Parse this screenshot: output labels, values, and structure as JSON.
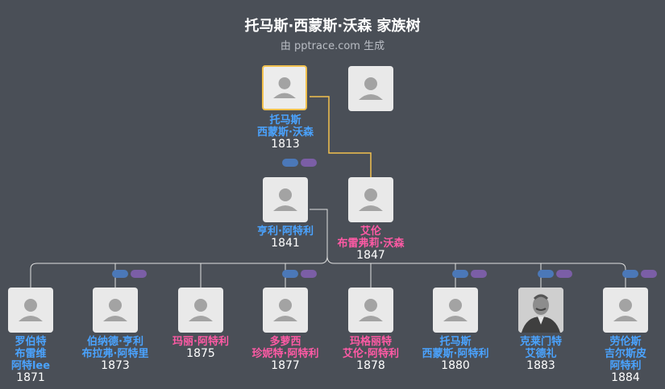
{
  "header": {
    "title": "托马斯·西蒙斯·沃森 家族树",
    "subtitle": "由 pptrace.com 生成"
  },
  "colors": {
    "background": "#4a4f57",
    "male": "#4aa3ff",
    "female": "#ff5aa5",
    "selected_border": "#f2c14e",
    "connector": "#e0e0e0"
  },
  "icons": {
    "avatar": "person-silhouette-icon",
    "marriage": "marriage-badge-icon"
  },
  "people": {
    "root": {
      "lines": [
        "托马斯",
        "西蒙斯·沃森"
      ],
      "year": "1813",
      "gender": "male"
    },
    "root_spouse": {
      "lines": [],
      "year": "",
      "gender": "unknown"
    },
    "henry": {
      "lines": [
        "亨利·阿特利"
      ],
      "year": "1841",
      "gender": "male"
    },
    "ellen": {
      "lines": [
        "艾伦",
        "布雷弗莉·沃森"
      ],
      "year": "1847",
      "gender": "female"
    },
    "children": [
      {
        "lines": [
          "罗伯特",
          "布雷维",
          "阿特lee"
        ],
        "year": "1871",
        "gender": "male"
      },
      {
        "lines": [
          "伯纳德·亨利",
          "布拉弗·阿特里"
        ],
        "year": "1873",
        "gender": "male"
      },
      {
        "lines": [
          "玛丽·阿特利"
        ],
        "year": "1875",
        "gender": "female"
      },
      {
        "lines": [
          "多萝西",
          "珍妮特·阿特利"
        ],
        "year": "1877",
        "gender": "female"
      },
      {
        "lines": [
          "玛格丽特",
          "艾伦·阿特利"
        ],
        "year": "1878",
        "gender": "female"
      },
      {
        "lines": [
          "托马斯",
          "西蒙斯·阿特利"
        ],
        "year": "1880",
        "gender": "male"
      },
      {
        "lines": [
          "克莱门特",
          "艾德礼"
        ],
        "year": "1883",
        "gender": "male"
      },
      {
        "lines": [
          "劳伦斯",
          "吉尔斯皮",
          "阿特利"
        ],
        "year": "1884",
        "gender": "male"
      }
    ]
  }
}
